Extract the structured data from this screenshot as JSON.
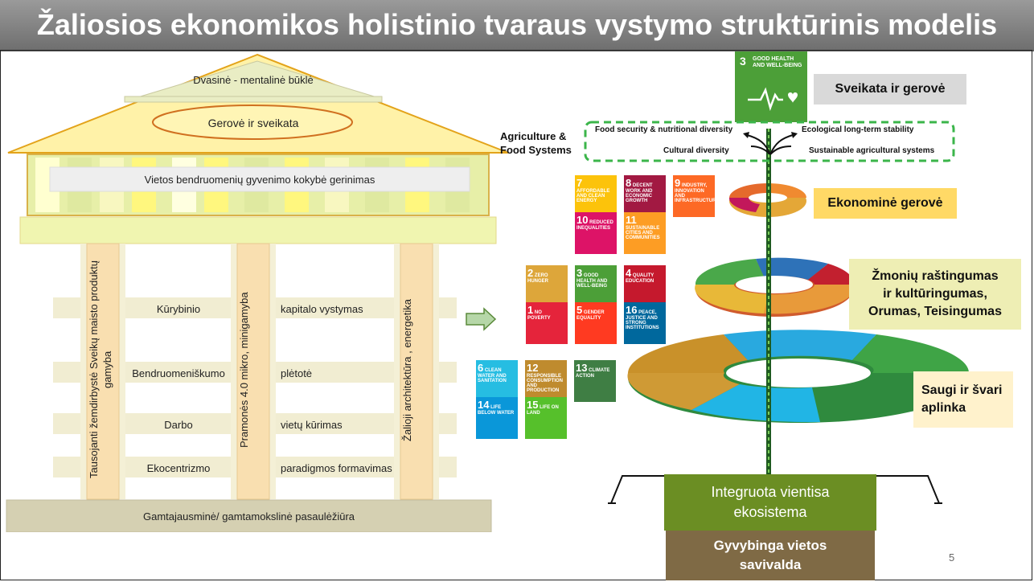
{
  "title": "Žaliosios ekonomikos  holistinio tvaraus vystymo struktūrinis modelis",
  "temple": {
    "roof_top": "Dvasinė - mentalinė būklė",
    "roof_oval": "Gerovė ir sveikata",
    "frieze": "Vietos bendruomenių gyvenimo kokybė gerinimas",
    "columns": [
      "Tausojanti žemdirbystė Sveikų maisto produktų gamyba",
      "Pramonės 4.0 mikro, minigamyba",
      "Žalioji architektūra , energetika"
    ],
    "rows_left": [
      "Kūrybinio",
      "Bendruomeniškumo",
      "Darbo",
      "Ekocentrizmo"
    ],
    "rows_right": [
      "kapitalo vystymas",
      "plėtotė",
      "vietų kūrimas",
      "paradigmos formavimas"
    ],
    "base": "Gamtajausminė/ gamtamokslinė pasaulėžiūra"
  },
  "agri": {
    "label_1": "Agriculture &",
    "label_2": "Food Systems",
    "food_security": "Food security & nutritional diversity",
    "ecological": "Ecological long-term stability",
    "cultural": "Cultural diversity",
    "sustainable": "Sustainable agricultural systems"
  },
  "sdg_top": {
    "num": "3",
    "text": "GOOD HEALTH AND WELL-BEING"
  },
  "sdg_econ": [
    {
      "num": "7",
      "text": "AFFORDABLE AND CLEAN ENERGY",
      "color": "#fcc30b"
    },
    {
      "num": "8",
      "text": "DECENT WORK AND ECONOMIC GROWTH",
      "color": "#a21942"
    },
    {
      "num": "9",
      "text": "INDUSTRY, INNOVATION AND INFRASTRUCTURE",
      "color": "#fd6925"
    },
    {
      "num": "10",
      "text": "REDUCED INEQUALITIES",
      "color": "#dd1367"
    },
    {
      "num": "11",
      "text": "SUSTAINABLE CITIES AND COMMUNITIES",
      "color": "#fd9d24"
    }
  ],
  "sdg_social": [
    {
      "num": "2",
      "text": "ZERO HUNGER",
      "color": "#dda63a"
    },
    {
      "num": "3",
      "text": "GOOD HEALTH AND WELL-BEING",
      "color": "#4c9f38"
    },
    {
      "num": "4",
      "text": "QUALITY EDUCATION",
      "color": "#c5192d"
    },
    {
      "num": "1",
      "text": "NO POVERTY",
      "color": "#e5243b"
    },
    {
      "num": "5",
      "text": "GENDER EQUALITY",
      "color": "#ff3a21"
    },
    {
      "num": "16",
      "text": "PEACE, JUSTICE AND STRONG INSTITUTIONS",
      "color": "#00689d"
    }
  ],
  "sdg_env": [
    {
      "num": "6",
      "text": "CLEAN WATER AND SANITATION",
      "color": "#26bde2"
    },
    {
      "num": "12",
      "text": "RESPONSIBLE CONSUMPTION AND PRODUCTION",
      "color": "#bf8b2e"
    },
    {
      "num": "13",
      "text": "CLIMATE ACTION",
      "color": "#3f7e44"
    },
    {
      "num": "14",
      "text": "LIFE BELOW WATER",
      "color": "#0a97d9"
    },
    {
      "num": "15",
      "text": "LIFE ON LAND",
      "color": "#56c02b"
    }
  ],
  "right_labels": {
    "health": "Sveikata  ir gerovė",
    "economy": "Ekonominė gerovė",
    "social_1": "Žmonių raštingumas",
    "social_2": "ir kultūringumas,",
    "social_3": "Orumas, Teisingumas",
    "env_1": "Saugi ir švari",
    "env_2": "aplinka"
  },
  "bottom": {
    "ecosystem_1": "Integruota vientisa",
    "ecosystem_2": "ekosistema",
    "governance_1": "Gyvybinga vietos",
    "governance_2": "savivalda"
  },
  "page_number": "5"
}
